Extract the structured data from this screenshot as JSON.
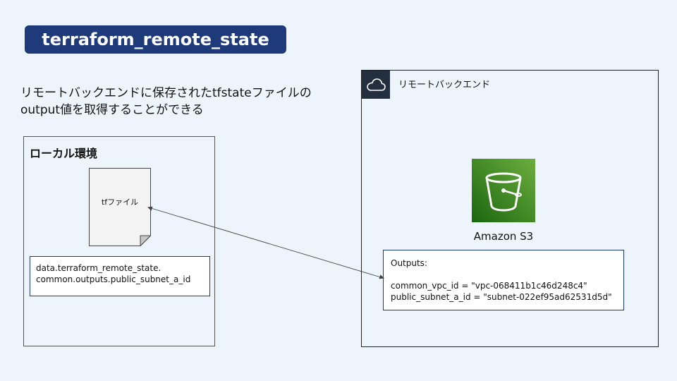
{
  "header": {
    "title": "terraform_remote_state",
    "subtitle_line1": "リモートバックエンドに保存されたtfstateファイルの",
    "subtitle_line2": "output値を取得することができる"
  },
  "local": {
    "title": "ローカル環境",
    "file_label": "tfファイル",
    "code_line1": "data.terraform_remote_state.",
    "code_line2": "common.outputs.public_subnet_a_id"
  },
  "remote": {
    "title": "リモートバックエンド",
    "service_label": "Amazon S3",
    "outputs_heading": "Outputs:",
    "output_line1": "common_vpc_id = \"vpc-068411b1c46d248c4\"",
    "output_line2": "public_subnet_a_id = \"subnet-022ef95ad62531d5d\""
  },
  "icons": {
    "remote_group": "cloud-icon",
    "service": "s3-bucket-icon",
    "file": "document-icon"
  },
  "colors": {
    "background": "#eef4fb",
    "banner": "#1e3a7a",
    "s3_dark": "#1b660f",
    "s3_light": "#6cae3e",
    "cloud_tab": "#232f3e"
  }
}
